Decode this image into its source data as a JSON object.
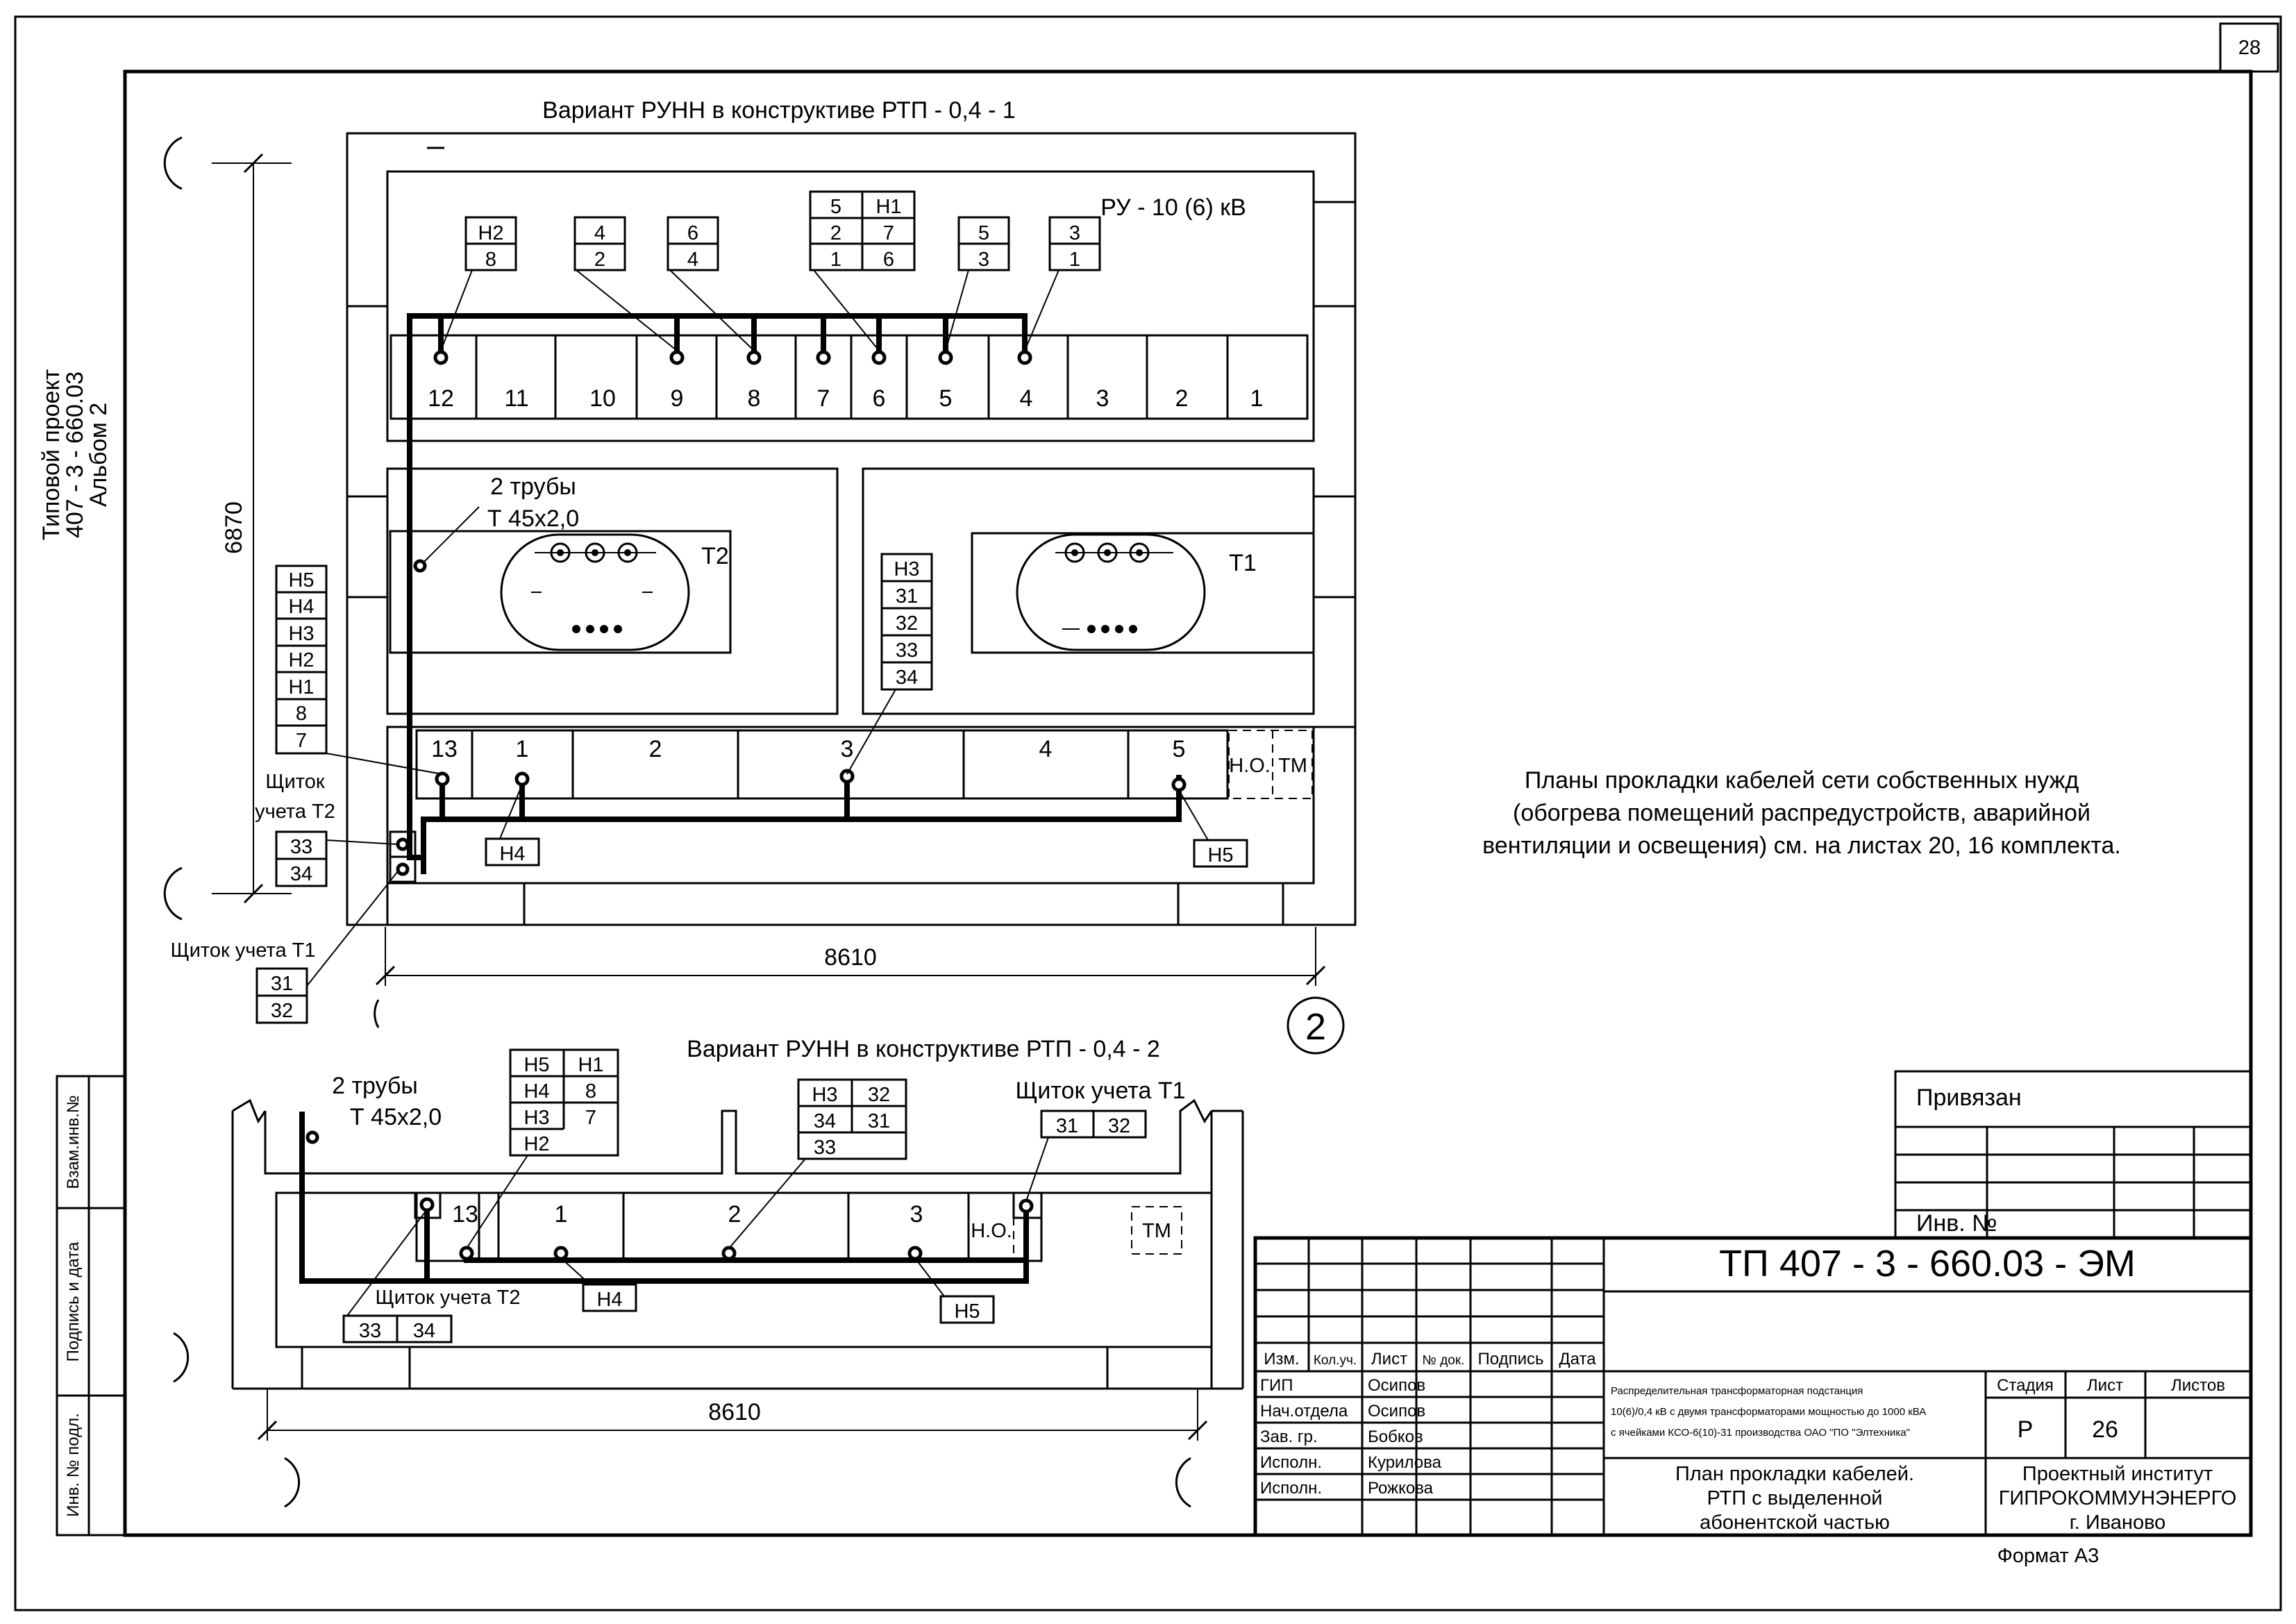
{
  "sheet": {
    "number": "28",
    "format": "Формат А3",
    "side_stamp": [
      "Типовой проект",
      "407 - 3 - 660.03",
      "Альбом   2"
    ]
  },
  "plan_top": {
    "title": "Вариант РУНН в конструктиве РТП - 0,4 - 1",
    "ru_label": "РУ - 10 (6) кВ",
    "cells_hv": [
      "12",
      "11",
      "10",
      "9",
      "8",
      "7",
      "6",
      "5",
      "4",
      "3",
      "2",
      "1"
    ],
    "cells_lv": [
      "13",
      "1",
      "2",
      "3",
      "4",
      "5"
    ],
    "no_label": "Н.О.",
    "tm_label": "ТМ",
    "transformers": [
      "Т2",
      "Т1"
    ],
    "pipes": [
      "2 трубы",
      "Т 45х2,0"
    ],
    "dim_height": "6870",
    "dim_width": "8610",
    "axis_mark": "2",
    "tags": {
      "h2_8": [
        "Н2",
        "8"
      ],
      "t4_2": [
        "4",
        "2"
      ],
      "t6_4": [
        "6",
        "4"
      ],
      "h1_group": [
        [
          "5",
          "Н1"
        ],
        [
          "2",
          "7"
        ],
        [
          "1",
          "6"
        ]
      ],
      "t5_3": [
        "5",
        "3"
      ],
      "t3_1": [
        "3",
        "1"
      ],
      "left_stack": [
        "Н5",
        "Н4",
        "Н3",
        "Н2",
        "Н1",
        "8",
        "7"
      ],
      "mid_stack": [
        "Н3",
        "31",
        "32",
        "33",
        "34"
      ],
      "h4": "Н4",
      "h5": "Н5",
      "t2_meter": [
        "33",
        "34"
      ],
      "t1_meter": [
        "31",
        "32"
      ]
    },
    "meter_t2": [
      "Щиток",
      "учета Т2"
    ],
    "meter_t1": "Щиток учета Т1"
  },
  "plan_bottom": {
    "title": "Вариант РУНН в конструктиве РТП - 0,4 - 2",
    "pipes": [
      "2 трубы",
      "Т 45х2,0"
    ],
    "cells": [
      "13",
      "1",
      "2",
      "3"
    ],
    "no_label": "Н.О.",
    "tm_label": "ТМ",
    "meter_t1": "Щиток учета Т1",
    "meter_t2": "Щиток учета Т2",
    "dim_width": "8610",
    "tags": {
      "grid_a": [
        [
          "Н5",
          "Н1"
        ],
        [
          "Н4",
          "8"
        ],
        [
          "Н3",
          "7"
        ],
        [
          "Н2",
          ""
        ]
      ],
      "grid_b": [
        [
          "Н3",
          "32"
        ],
        [
          "34",
          "31"
        ],
        [
          "33",
          ""
        ]
      ],
      "t1_meter": [
        "31",
        "32"
      ],
      "t2_meter": [
        "33",
        "34"
      ],
      "h4": "Н4",
      "h5": "Н5"
    }
  },
  "note": [
    "Планы прокладки кабелей сети собственных нужд",
    "(обогрева помещений распредустройств, аварийной",
    "вентиляции и освещения) см. на листах 20, 16 комплекта."
  ],
  "left_strip": [
    "Взам.инв.№",
    "Подпись и дата",
    "Инв. № подл."
  ],
  "title_block": {
    "privyazan": "Привязан",
    "inv": "Инв. №",
    "code": "ТП  407 - 3 - 660.03 - ЭМ",
    "head": [
      "Изм.",
      "Кол.уч.",
      "Лист",
      "№ док.",
      "Подпись",
      "Дата"
    ],
    "roles": [
      "ГИП",
      "Нач.отдела",
      "Зав. гр.",
      "Исполн.",
      "Исполн."
    ],
    "names": [
      "Осипов",
      "Осипов",
      "Бобков",
      "Курилова",
      "Рожкова"
    ],
    "object": [
      "Распределительная трансформаторная подстанция",
      "10(6)/0,4 кВ с двумя трансформаторами мощностью  до 1000 кВА",
      "с ячейками КСО-6(10)-31 производства ОАО \"ПО \"Элтехника\""
    ],
    "stage_head": [
      "Стадия",
      "Лист",
      "Листов"
    ],
    "stage": "Р",
    "sheet_no": "26",
    "sheets_total": "",
    "drawing_title": [
      "План прокладки кабелей.",
      "РТП с выделенной",
      "абонентской частью"
    ],
    "org": [
      "Проектный институт",
      "ГИПРОКОММУНЭНЕРГО",
      "г. Иваново"
    ]
  }
}
